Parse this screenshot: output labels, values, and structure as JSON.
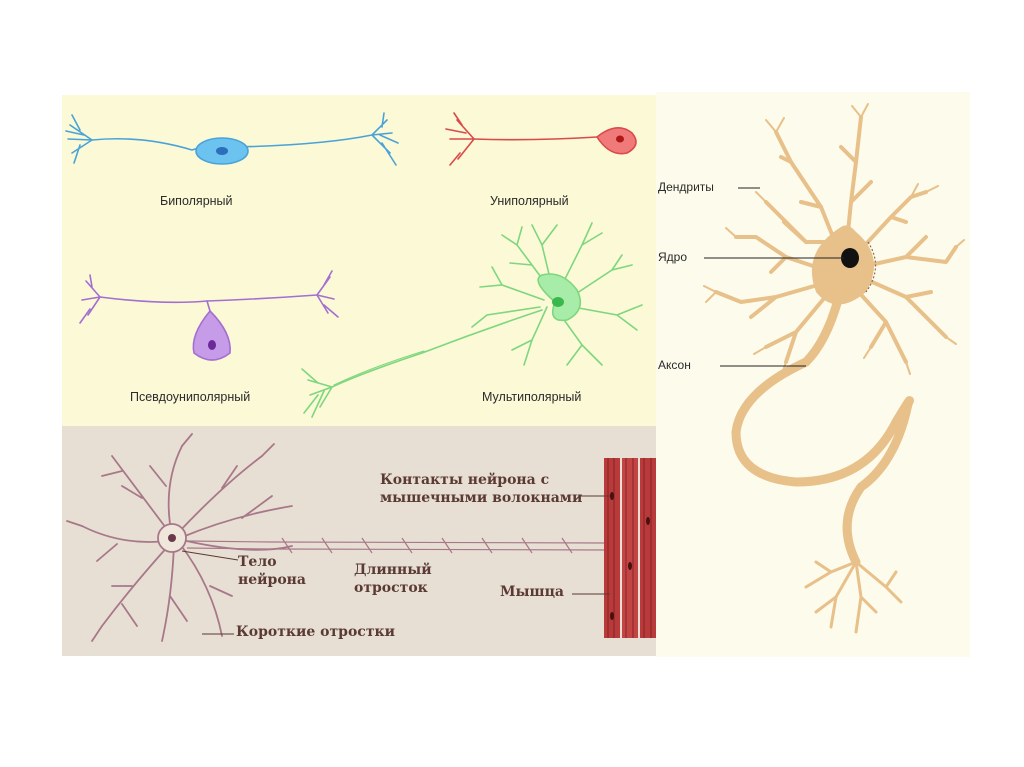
{
  "neuron_types": {
    "bipolar": "Биполярный",
    "unipolar": "Униполярный",
    "pseudounipolar": "Псевдоуниполярный",
    "multipolar": "Мультиполярный"
  },
  "anatomy": {
    "dendrites": "Дендриты",
    "nucleus": "Ядро",
    "axon": "Аксон"
  },
  "motor_neuron": {
    "contacts_line1": "Контакты нейрона с",
    "contacts_line2": "мышечными волокнами",
    "body_line1": "Тело",
    "body_line2": "нейрона",
    "long_process_line1": "Длинный",
    "long_process_line2": "отросток",
    "muscle": "Мышца",
    "short_processes": "Короткие отростки"
  },
  "colors": {
    "panel_top": "#fbf9d6",
    "panel_bottom": "#e7dfd3",
    "panel_right": "#fdfbeb",
    "bipolar": "#4aa3d8",
    "unipolar": "#d94a4a",
    "pseudounipolar": "#a36fd0",
    "multipolar": "#7ed77e",
    "neuron_tan": "#e8c08a",
    "motor_neuron": "#a8788a",
    "muscle": "#b83a3a"
  }
}
